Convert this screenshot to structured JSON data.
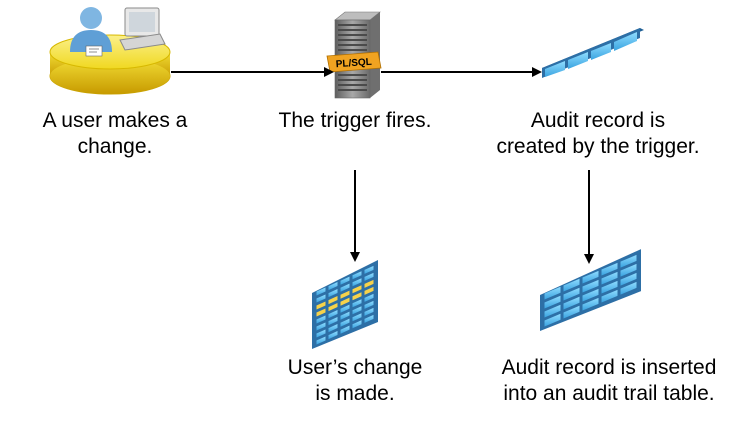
{
  "steps": {
    "user_change": {
      "line1": "A user makes a",
      "line2": "change."
    },
    "trigger_fires": {
      "line1": "The trigger fires."
    },
    "audit_created": {
      "line1": "Audit record is",
      "line2": "created by the trigger."
    },
    "change_made": {
      "line1": "User’s change",
      "line2": "is made."
    },
    "audit_inserted": {
      "line1": "Audit record is inserted",
      "line2": "into an audit trail table."
    }
  },
  "server_badge": "PL/SQL",
  "colors": {
    "desk_yellow": "#f2e24a",
    "desk_edge": "#d8b300",
    "person_blue": "#6aa6d8",
    "server_gray": "#8c8c8c",
    "badge_orange": "#f0a321",
    "table_blue": "#54b7ee",
    "table_frame": "#2d6fa6",
    "highlight_yellow": "#f6d24a",
    "arrow": "#000000"
  }
}
